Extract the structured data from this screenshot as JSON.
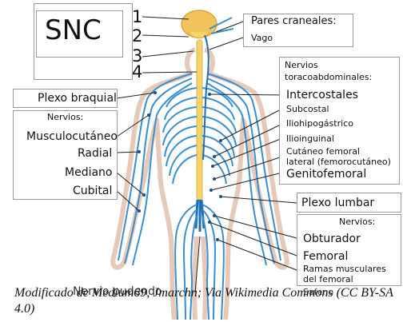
{
  "colors": {
    "nerve": "#3a8fd0",
    "nerve_dark": "#1f6fb5",
    "spinal_cord": "#f5d36b",
    "brain": "#f2c35a",
    "skin_outline": "#e7c9b9",
    "frame": "#9a9a9a",
    "leader": "#222222"
  },
  "figure": {
    "title": "SNC",
    "numbers": [
      "1",
      "2",
      "3",
      "4"
    ],
    "cranial": {
      "title": "Pares craneales:",
      "items": [
        "Vago"
      ]
    },
    "thoraco": {
      "title": "Nervios toracoabdominales:",
      "items": [
        "Intercostales",
        "Subcostal",
        "Iliohipogástrico",
        "Ilioinguinal",
        "Cutáneo femoral lateral (femorocutáneo)",
        "Genitofemoral"
      ]
    },
    "brachial": {
      "title": "Plexo braquial",
      "subtitle": "Nervios:",
      "items": [
        "Musculocutáneo",
        "Radial",
        "Mediano",
        "Cubital"
      ]
    },
    "lumbar": {
      "title": "Plexo lumbar",
      "subtitle": "Nervios:",
      "items": [
        "Obturador",
        "Femoral",
        "Ramas musculares del femoral",
        "Safeno"
      ]
    },
    "pudendal": "Nervio pudendo",
    "thoraco_title_lines": [
      "Nervios",
      "toracoabdominales:"
    ],
    "femoral_cutaneous_lines": [
      "Cutáneo femoral",
      "lateral (femorocutáneo)"
    ],
    "femoral_branches_lines": [
      "Ramas musculares",
      "del femoral"
    ]
  },
  "caption": "Modificado de Medium69, Jmarchn; Via Wikimedia Commons (CC BY-SA 4.0)"
}
